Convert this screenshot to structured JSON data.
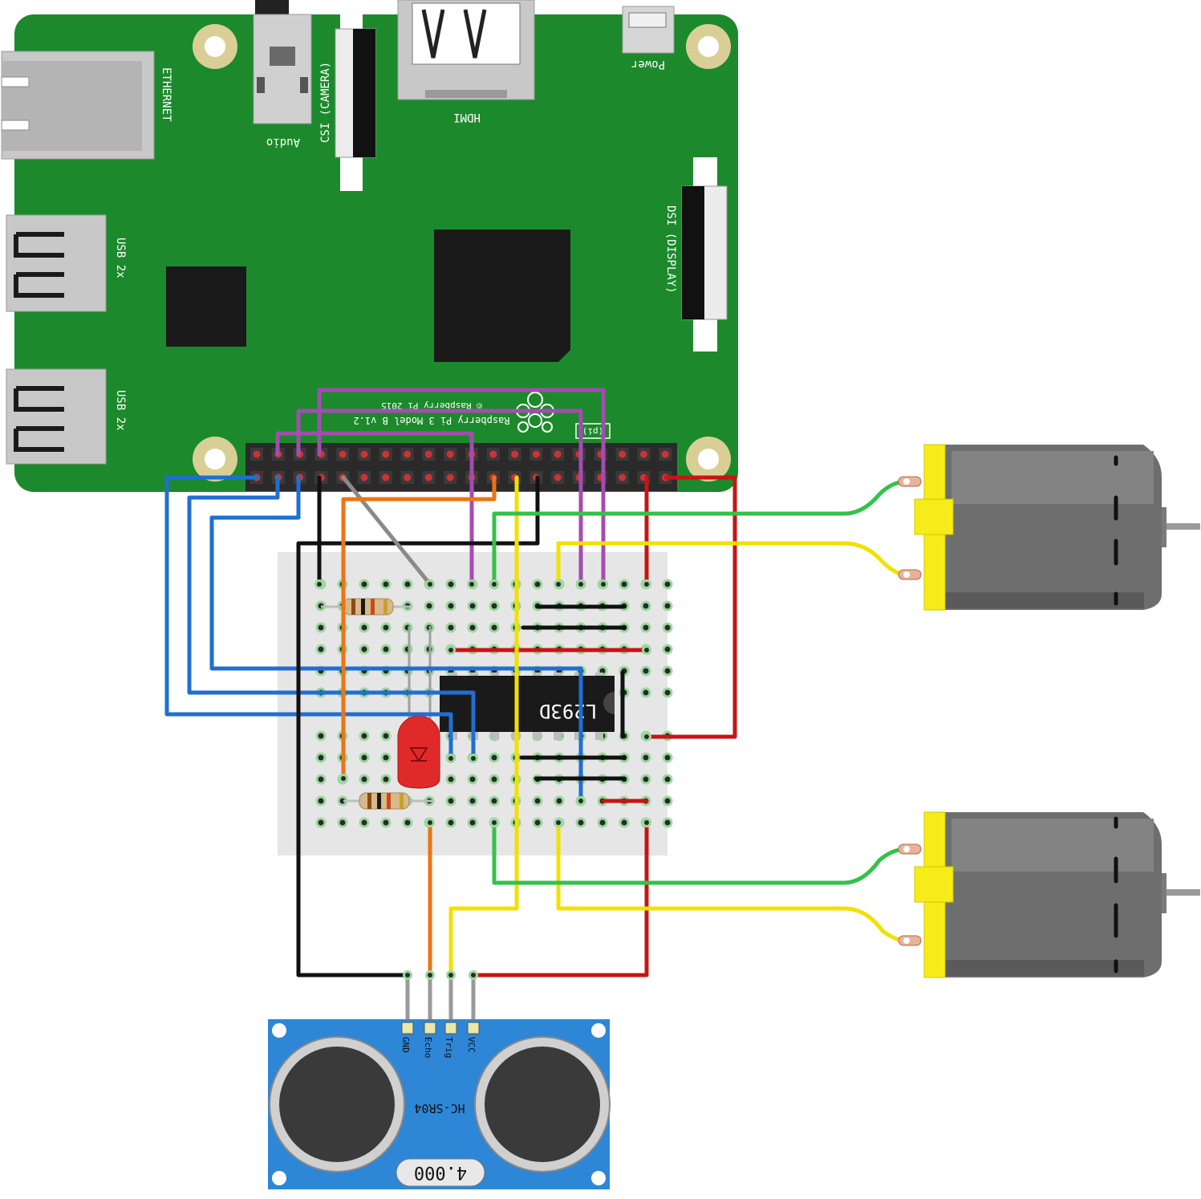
{
  "pi": {
    "ethernet": "ETHERNET",
    "usb1": "USB 2x",
    "usb2": "USB 2x",
    "audio": "Audio",
    "camera": "CSI (CAMERA)",
    "hdmi": "HDMI",
    "power": "Power",
    "display": "DSI (DISPLAY)",
    "model": "Raspberry Pi 3 Model B v1.2",
    "copyright": "© Raspberry Pi 2015",
    "header_tag": "(pi)"
  },
  "ic": {
    "label": "L293D"
  },
  "sensor": {
    "name": "HC-SR04",
    "crystal": "4.000",
    "pins": [
      "GND",
      "Echo",
      "Trig",
      "VCC"
    ]
  },
  "colors": {
    "board": "#1c8a2c",
    "wire_blue": "#1f6fd1",
    "wire_purple": "#a44cb0",
    "wire_red": "#c81414",
    "wire_black": "#111111",
    "wire_orange": "#ec7414",
    "wire_yellow": "#f2e000",
    "wire_green": "#33c24a",
    "wire_gray": "#8a8a8a",
    "sensor_blue": "#2e86d6",
    "motor_gray": "#6e6e6e",
    "motor_cap": "#f6ec1a"
  }
}
